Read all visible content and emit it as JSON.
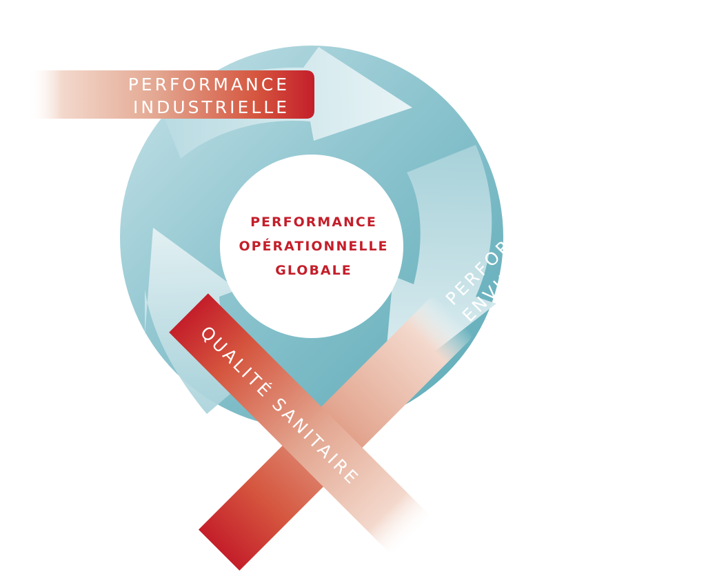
{
  "center": {
    "line1": "PERFORMANCE",
    "line2": "OPÉRATIONNELLE",
    "line3": "GLOBALE"
  },
  "bands": {
    "industrielle": {
      "line1": "PERFORMANCE",
      "line2": "INDUSTRIELLE"
    },
    "environnementale": {
      "line1": "PERFORMANCE",
      "line2": "ENVIRONNEMENTALE"
    },
    "sanitaire": {
      "line1": "QUALITÉ SANITAIRE"
    }
  },
  "colors": {
    "ring_dark": "#5fadba",
    "ring_light": "#e4f1f4",
    "arrow_light": "#eaf4f6",
    "band_red": "#c41e2a",
    "band_salmon": "#e8b7a4",
    "center_text": "#c41e2a"
  }
}
